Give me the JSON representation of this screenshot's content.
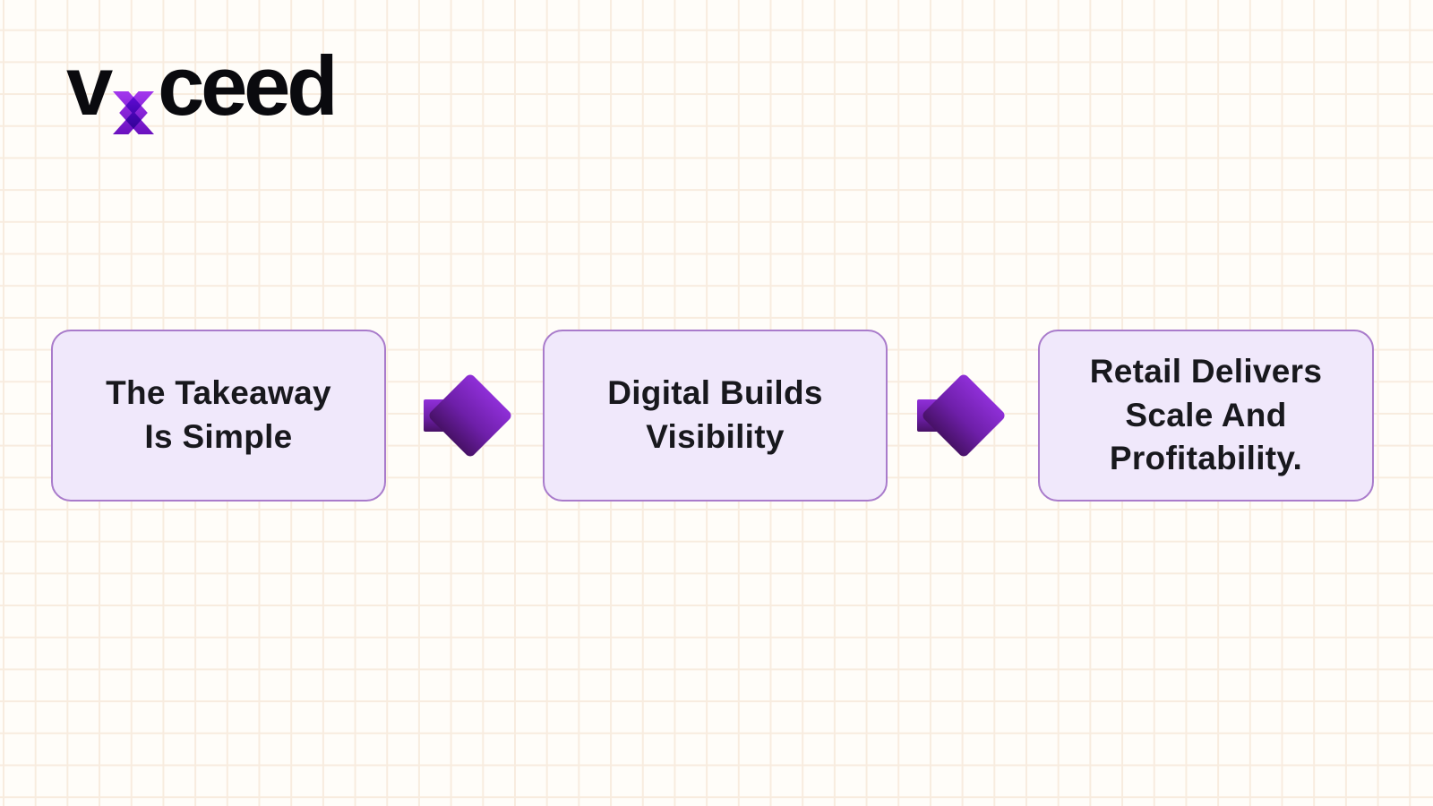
{
  "brand": {
    "logo_left": "v",
    "logo_right": "ceed",
    "x_icon": "vxceed-x-mark"
  },
  "diagram": {
    "steps": [
      {
        "label": "The Takeaway\nIs Simple"
      },
      {
        "label": "Digital Builds\nVisibility"
      },
      {
        "label": "Retail Delivers\nScale And\nProfitability."
      }
    ],
    "arrow_icon": "arrow-right"
  },
  "colors": {
    "background": "#FFFDF9",
    "grid_line": "#F8ECDF",
    "box_fill": "#F0E8FB",
    "box_border": "#A97BCB",
    "box_text": "#18181D",
    "arrow_gradient_top": "#8F2FD8",
    "arrow_gradient_bottom": "#471166",
    "logo_text": "#0A0A0E",
    "logo_x_gradient_top": "#A337EE",
    "logo_x_gradient_bottom": "#6A11BF"
  }
}
